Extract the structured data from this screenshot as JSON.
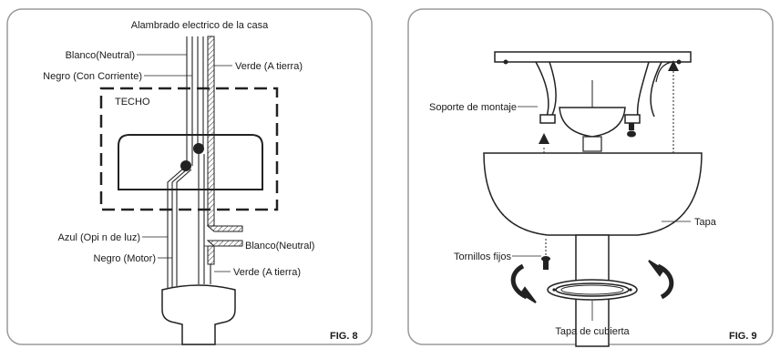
{
  "fig8": {
    "title": "FIG. 8",
    "labels": {
      "house_wiring": "Alambrado electrico de la casa",
      "white_top": "Blanco(Neutral)",
      "black_top": "Negro (Con Corriente)",
      "green_top": "Verde (A tierra)",
      "ceiling": "TECHO",
      "blue": "Azul (Opi n de luz)",
      "black_motor": "Negro (Motor)",
      "white_bottom": "Blanco(Neutral)",
      "green_bottom": "Verde (A tierra)"
    }
  },
  "fig9": {
    "title": "FIG. 9",
    "labels": {
      "bracket": "Soporte de montaje",
      "canopy": "Tapa",
      "screws": "Tornillos fijos",
      "cover": "Tapa de cubierta"
    }
  },
  "icons": [
    "arrow-up-icon",
    "rotate-left-arrow-icon",
    "rotate-right-arrow-icon"
  ]
}
